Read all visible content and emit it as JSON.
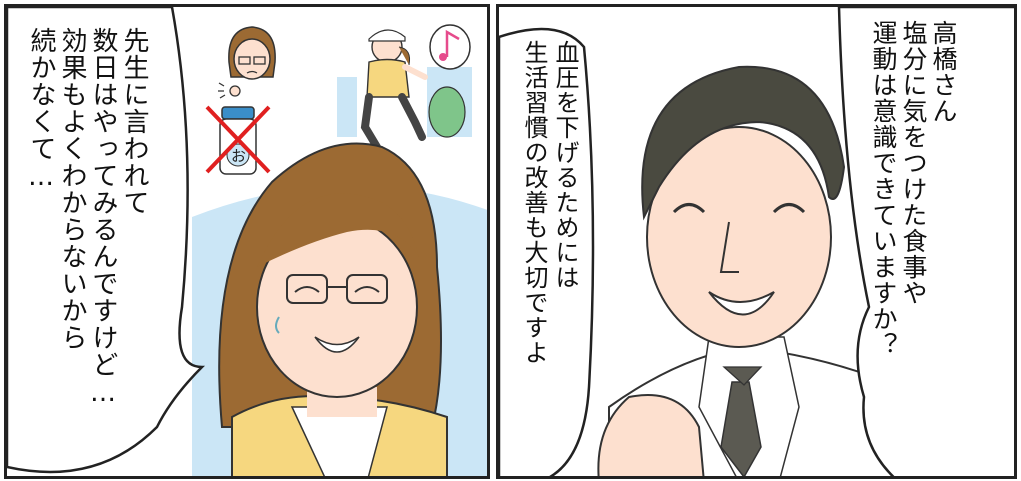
{
  "panels": [
    {
      "id": "left",
      "speech": [
        "先生に言われて",
        "数日はやってみるんですけど…",
        "効果もよくわからないから",
        "続かなくて…"
      ],
      "thought_icons": [
        "woman-worried-icon",
        "salt-shaker-crossed-icon",
        "woman-jogging-icon",
        "music-note-icon"
      ],
      "salt_label": "お"
    },
    {
      "id": "right",
      "speech_top": [
        "高橋さん",
        "塩分に気をつけた食事や",
        "運動は意識できていますか？"
      ],
      "speech_mid": [
        "血圧を下げるためには",
        "生活習慣の改善も大切ですよ"
      ]
    }
  ],
  "colors": {
    "skin": "#fde0cf",
    "hair_woman": "#9c6a33",
    "jacket": "#f6d77f",
    "sky": "#cbe6f6",
    "doctor_hair": "#4a4a40",
    "tie": "#5b5a52",
    "salt_cap": "#3a8ec9",
    "cross": "#e02020"
  }
}
